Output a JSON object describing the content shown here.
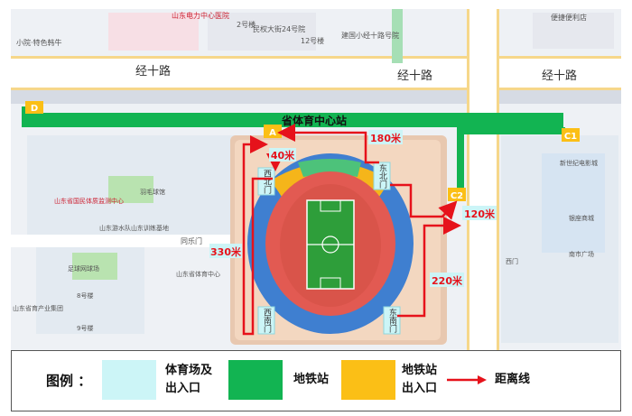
{
  "map": {
    "roads": {
      "jingshi_1": "经十路",
      "jingshi_2": "经十路",
      "jingshi_3": "经十路",
      "tongle": "同乐门"
    },
    "station_name": "省体育中心站",
    "metro_exits": {
      "A": "A",
      "C1": "C1",
      "C2": "C2",
      "D": "D"
    },
    "gates": {
      "west_north": "西北门",
      "east_north": "东北门",
      "west_south": "西南门",
      "east_south": "东南门"
    },
    "distances": {
      "west_north": "40米",
      "north": "180米",
      "c2": "120米",
      "west": "330米",
      "east_south": "220米"
    },
    "pois": {
      "top_left": "山东电力中心医院",
      "top_left2": "小院·特色韩牛",
      "mingu": "民权大街24号院",
      "build2": "2号楼",
      "build12": "12号楼",
      "jianxin": "建国小经十路号院",
      "bianli": "便捷便利店",
      "tiyu_test": "山东省国民体质监测中心",
      "yumao": "羽毛球馆",
      "shuiyun": "山东游水队山东训练基地",
      "zuqiu": "足球网球场",
      "zhongxin": "山东省体育中心",
      "build8": "8号楼",
      "build9": "9号楼",
      "chanye": "山东省育产业集团",
      "xinshiji": "新世纪电影城",
      "yinzuo": "银座商城",
      "nanshi": "南市广场",
      "xinmen": "西门"
    }
  },
  "legend": {
    "title": "图例 ：",
    "gate": "体育场及\n出入口",
    "metro": "地铁站",
    "exit": "地铁站\n出入口",
    "line": "距离线"
  },
  "colors": {
    "gate_fill": "#ccf5f7",
    "metro_green": "#12b452",
    "exit_yellow": "#fbbf16",
    "distance_red": "#e6121b",
    "pitch": "#2e9e3a",
    "track": "#d9544a"
  }
}
